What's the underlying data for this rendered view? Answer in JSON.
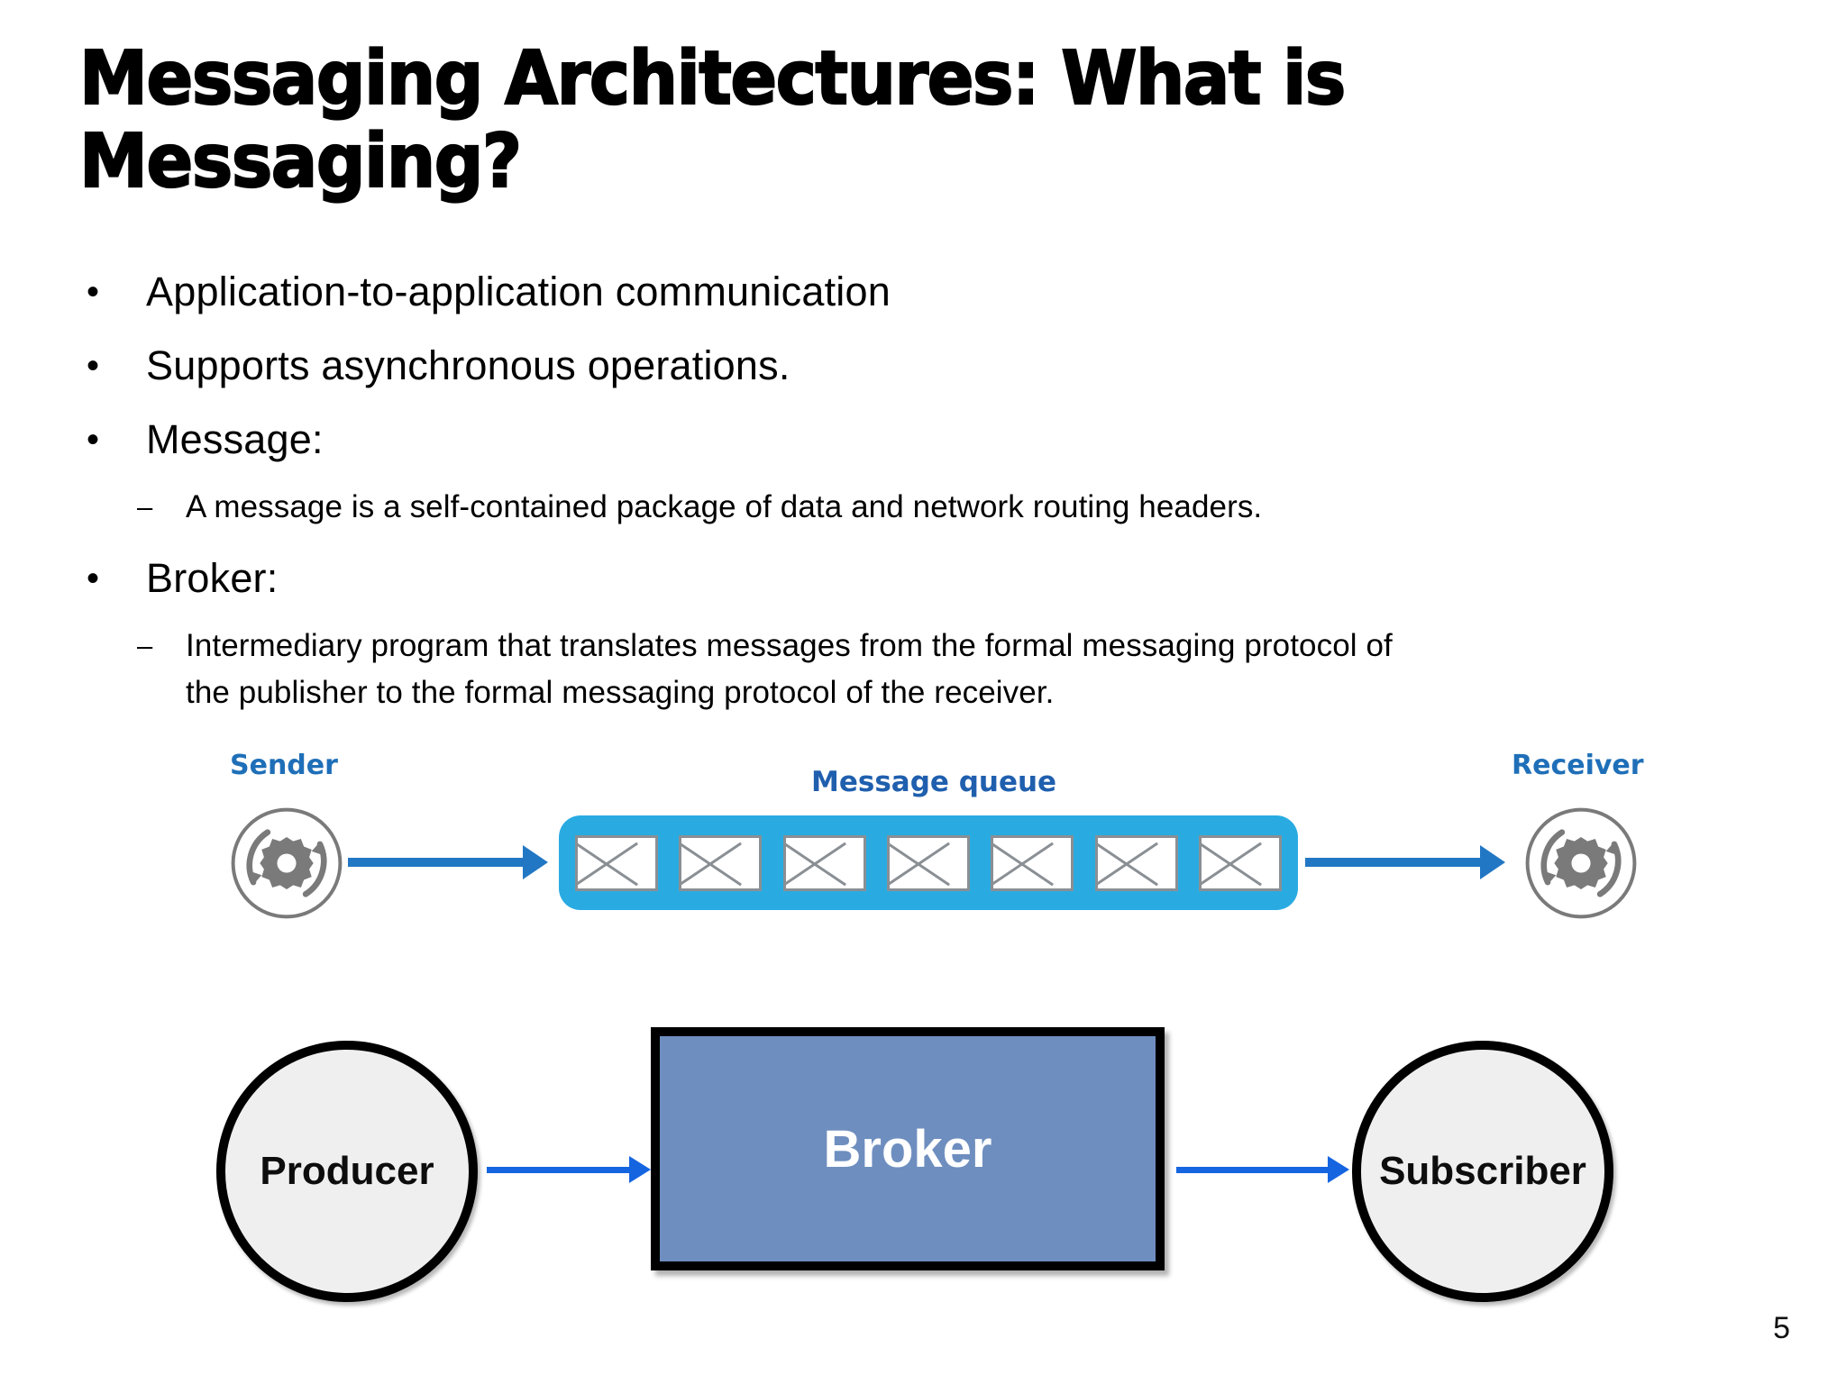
{
  "slide": {
    "title": "Messaging Architectures: What is Messaging?",
    "page_number": "5"
  },
  "bullets": [
    {
      "marker": "•",
      "text": "Application-to-application communication",
      "sub": []
    },
    {
      "marker": "•",
      "text": "Supports asynchronous operations.",
      "sub": []
    },
    {
      "marker": "•",
      "text": "Message:",
      "sub": [
        {
          "marker": "–",
          "text": "A message is a self-contained package of data and network routing headers."
        }
      ]
    },
    {
      "marker": "•",
      "text": "Broker:",
      "sub": [
        {
          "marker": "–",
          "text": "Intermediary program that translates messages from the formal messaging protocol of the publisher to the formal messaging protocol of the receiver."
        }
      ]
    }
  ],
  "queue_diagram": {
    "sender_label": "Sender",
    "queue_label": "Message queue",
    "receiver_label": "Receiver",
    "envelope_count": 7,
    "colors": {
      "queue_fill": "#29ABE2",
      "label_blue": "#1F6FB8",
      "arrow_blue": "#2277C4",
      "icon_gray": "#7A7A7A",
      "envelope_stroke": "#8A8F94"
    }
  },
  "broker_diagram": {
    "producer_label": "Producer",
    "broker_label": "Broker",
    "subscriber_label": "Subscriber",
    "colors": {
      "node_fill": "#EFEFEF",
      "broker_fill": "#6E8EBF",
      "arrow_blue": "#1565E0",
      "outline": "#000000"
    }
  }
}
